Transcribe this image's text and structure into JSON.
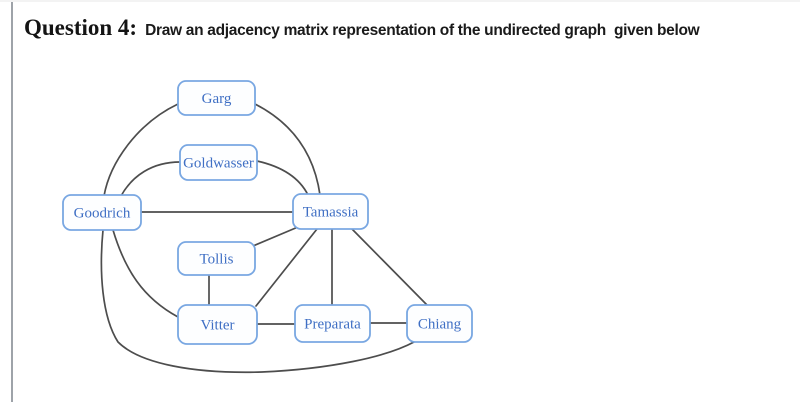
{
  "header": {
    "question_label": "Question 4:",
    "question_text": "Draw an adjacency matrix representation of the undirected graph  given below"
  },
  "graph": {
    "type": "undirected",
    "nodes": [
      {
        "id": "garg",
        "label": "Garg"
      },
      {
        "id": "goldwasser",
        "label": "Goldwasser"
      },
      {
        "id": "goodrich",
        "label": "Goodrich"
      },
      {
        "id": "tamassia",
        "label": "Tamassia"
      },
      {
        "id": "tollis",
        "label": "Tollis"
      },
      {
        "id": "vitter",
        "label": "Vitter"
      },
      {
        "id": "preparata",
        "label": "Preparata"
      },
      {
        "id": "chiang",
        "label": "Chiang"
      }
    ],
    "edges": [
      [
        "Goodrich",
        "Garg"
      ],
      [
        "Garg",
        "Tamassia"
      ],
      [
        "Goodrich",
        "Goldwasser"
      ],
      [
        "Goldwasser",
        "Tamassia"
      ],
      [
        "Goodrich",
        "Tamassia"
      ],
      [
        "Goodrich",
        "Vitter"
      ],
      [
        "Goodrich",
        "Chiang"
      ],
      [
        "Tollis",
        "Tamassia"
      ],
      [
        "Tollis",
        "Vitter"
      ],
      [
        "Vitter",
        "Tamassia"
      ],
      [
        "Vitter",
        "Preparata"
      ],
      [
        "Preparata",
        "Tamassia"
      ],
      [
        "Preparata",
        "Chiang"
      ],
      [
        "Tamassia",
        "Chiang"
      ]
    ]
  },
  "colors": {
    "node_border": "#79a7e2",
    "node_fill": "#fdfeff",
    "node_text": "#3f6fc4",
    "edge_stroke": "#4d4d4d",
    "frame_line": "#8d939a",
    "heading_text": "#141414"
  }
}
